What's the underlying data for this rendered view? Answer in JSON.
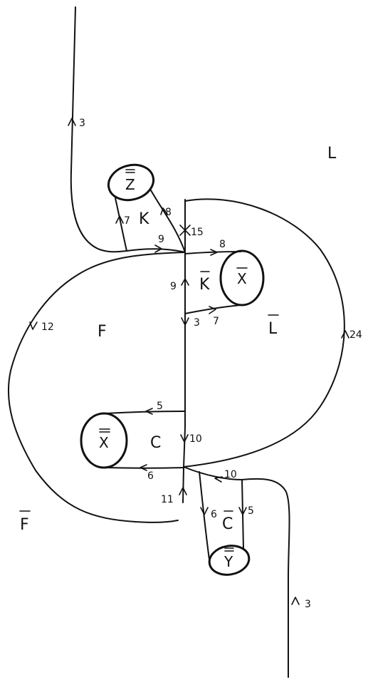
{
  "regions": {
    "L_outer": "L",
    "L_bar": "L",
    "F": "F",
    "F_bar": "F",
    "K": "K",
    "K_bar": "K",
    "C": "C",
    "C_bar": "C"
  },
  "disks": {
    "Z": "Z",
    "X_single": "X",
    "X_double": "X",
    "Y": "Y"
  },
  "edge_labels": {
    "top_strand": "3",
    "K_left_tube": "7",
    "K_right_tube": "8",
    "upper_cross": "15",
    "z_to_center": "9",
    "top_arm": "8",
    "center_up": "9",
    "bottom_arm": "7",
    "left_loop": "12",
    "right_loop": "24",
    "center_down": "3",
    "C_top": "5",
    "center_lower": "10",
    "C_bottom": "6",
    "lower_left": "11",
    "bottom_tube_left": "6",
    "bottom_top": "10",
    "bottom_tube_right": "5",
    "bottom_strand": "3"
  },
  "colors": {
    "ink": "#111111",
    "background": "#ffffff"
  }
}
